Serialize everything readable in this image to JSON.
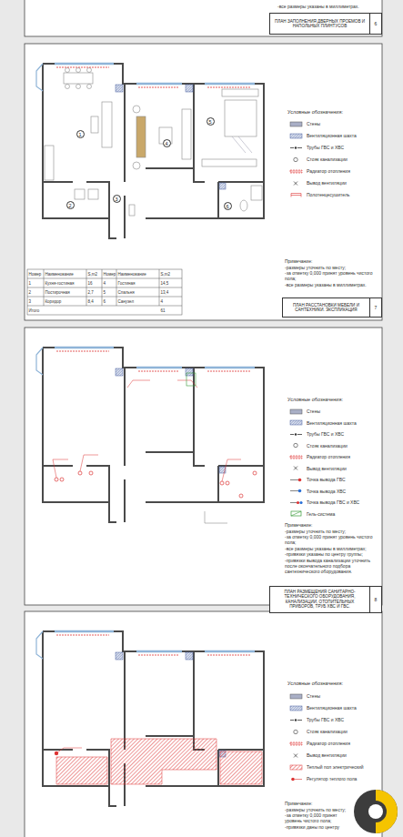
{
  "diagram": {
    "nodes": [
      {
        "text": [
          "ПЛАН ЗАПОЛНЕНИЯ ДВЕРНЫХ ПРОЕМОВ И НАПОЛЬНЫХ ПЛИНТУСОВ",
          "6"
        ]
      },
      {
        "text": [
          "ПЛАН РАССТАНОВКИ МЕБЕЛИ И САНТЕХНИКИ. ЭКСПЛИКАЦИЯ",
          "7"
        ]
      },
      {
        "text": [
          "1"
        ]
      },
      {
        "text": [
          "2"
        ]
      },
      {
        "text": [
          "3"
        ]
      },
      {
        "text": [
          "4"
        ]
      },
      {
        "text": [
          "5"
        ]
      },
      {
        "text": [
          "6"
        ]
      },
      {
        "text": [
          "ПЛАН РАЗМЕЩЕНИЯ САНИТАРНО-ТЕХНИЧЕСКОГО ОБОРУДОВАНИЯ, КАНАЛИЗАЦИИ, ОТОПИТЕЛЬНЫХ ПРИБОРОВ, ТРУБ ХВС И ГВС.",
          "8"
        ]
      }
    ],
    "labels": [
      "-все размеры указаны в миллиметрах.",
      "Примечание:",
      "-размеры уточнить по месту;",
      "-за отметку 0,000 принят уровень чистого пола;",
      "-все размеры указаны в миллиметрах.",
      "Номер",
      "Наименование",
      "S,m2",
      "Номер",
      "Наименование",
      "S,m2",
      "1",
      "Кухня-гостиная",
      "16",
      "4",
      "Гостиная",
      "14,5",
      "2",
      "Постирочная",
      "2,7",
      "5",
      "Спальня",
      "13,4",
      "3",
      "Коридор",
      "8,4",
      "6",
      "Санузел",
      "4",
      "Итого",
      "61",
      "Примечание:",
      "-размеры уточнить по месту;",
      "-за отметку 0,000 принят уровень чистого пола;",
      "-все размеры указаны в миллиметрах;",
      "-привязки указаны по центру группы;",
      "-привязки вывода канализации уточнить после окончательного подбора сантехнического оборудования.",
      "Примечание:",
      "-размеры уточнить по месту;",
      "-за отметку 0,000 принят уровень чистого пола;",
      "-привязки даны по центру",
      "Условные обозначения:",
      "Условные обозначения:",
      "Условные обозначения:"
    ],
    "legend": [
      {
        "text": "Стены",
        "color": "#a9afc6"
      },
      {
        "text": "Вентиляционная шахта"
      },
      {
        "text": "Трубы ГВС и ХВС"
      },
      {
        "text": "Стояк канализации"
      },
      {
        "text": "Радиатор отопления"
      },
      {
        "text": "Вывод вентиляции"
      },
      {
        "text": "Полотенцесушитель"
      },
      {
        "text": "Стены",
        "color": "#a9afc6"
      },
      {
        "text": "Вентиляционная шахта"
      },
      {
        "text": "Трубы ГВС и ХВС"
      },
      {
        "text": "Стояк канализации"
      },
      {
        "text": "Радиатор отопления"
      },
      {
        "text": "Вывод вентиляции"
      },
      {
        "text": "Точка вывода ГВС"
      },
      {
        "text": "Точка вывода ХВС"
      },
      {
        "text": "Точка вывода ГВС и ХВС"
      },
      {
        "text": "Гель-система"
      },
      {
        "text": "Стены",
        "color": "#a9afc6"
      },
      {
        "text": "Вентиляционная шахта"
      },
      {
        "text": "Трубы ГВС и ХВС"
      },
      {
        "text": "Стояк канализации"
      },
      {
        "text": "Радиатор отопления"
      },
      {
        "text": "Вывод вентиляции"
      },
      {
        "text": "Теплый пол электрический"
      },
      {
        "text": "Регулятор теплого пола"
      }
    ]
  }
}
